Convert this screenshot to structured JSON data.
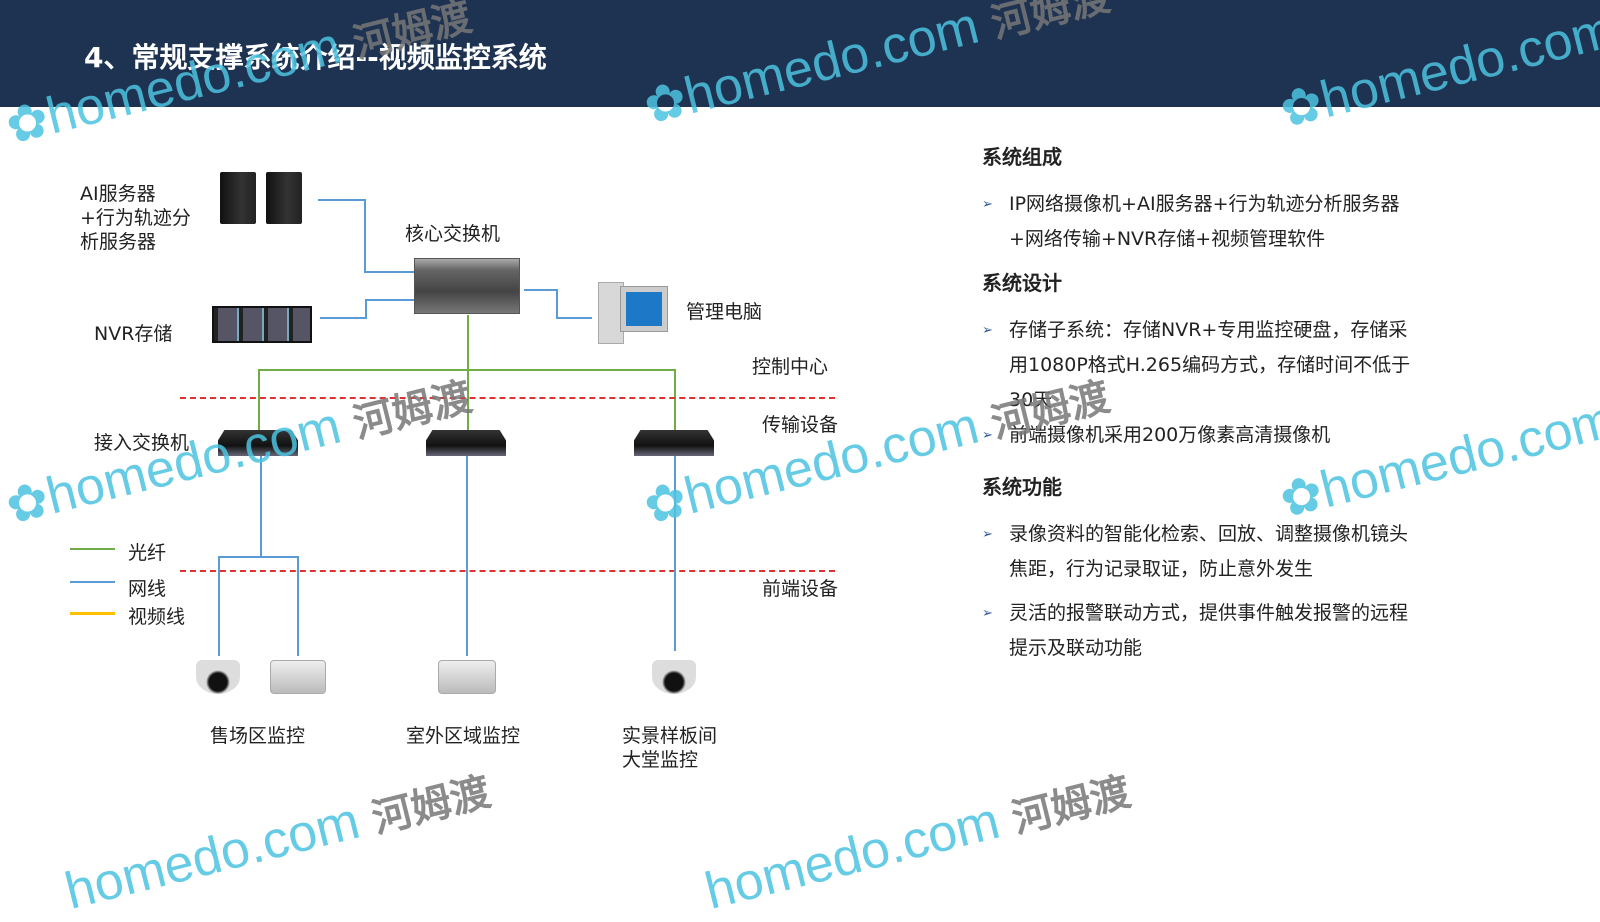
{
  "header": {
    "title": "4、常规支撑系统介绍--视频监控系统"
  },
  "diagram": {
    "ai_server_label": "AI服务器\n+行为轨迹分\n析服务器",
    "nvr_label": "NVR存储",
    "core_switch_label": "核心交换机",
    "pc_label": "管理电脑",
    "zone_control": "控制中心",
    "zone_transport": "传输设备",
    "access_switch_label": "接入交换机",
    "zone_front": "前端设备",
    "legend": [
      {
        "label": "光纤",
        "color": "#70ad47"
      },
      {
        "label": "网线",
        "color": "#5b9bd5"
      },
      {
        "label": "视频线",
        "color": "#ffc000"
      }
    ],
    "cameras": [
      "售场区监控",
      "室外区域监控",
      "实景样板间\n大堂监控"
    ]
  },
  "panel": {
    "sections": [
      {
        "heading": "系统组成",
        "items": [
          "IP网络摄像机+AI服务器+行为轨迹分析服务器+网络传输+NVR存储+视频管理软件"
        ]
      },
      {
        "heading": "系统设计",
        "items": [
          "存储子系统：存储NVR+专用监控硬盘，存储采用1080P格式H.265编码方式，存储时间不低于30天",
          "前端摄像机采用200万像素高清摄像机"
        ]
      },
      {
        "heading": "系统功能",
        "items": [
          "录像资料的智能化检索、回放、调整摄像机镜头焦距，行为记录取证，防止意外发生",
          "灵活的报警联动方式，提供事件触发报警的远程提示及联动功能"
        ]
      }
    ]
  },
  "watermark": {
    "text": "homedo.com",
    "cn": "河姆渡"
  }
}
